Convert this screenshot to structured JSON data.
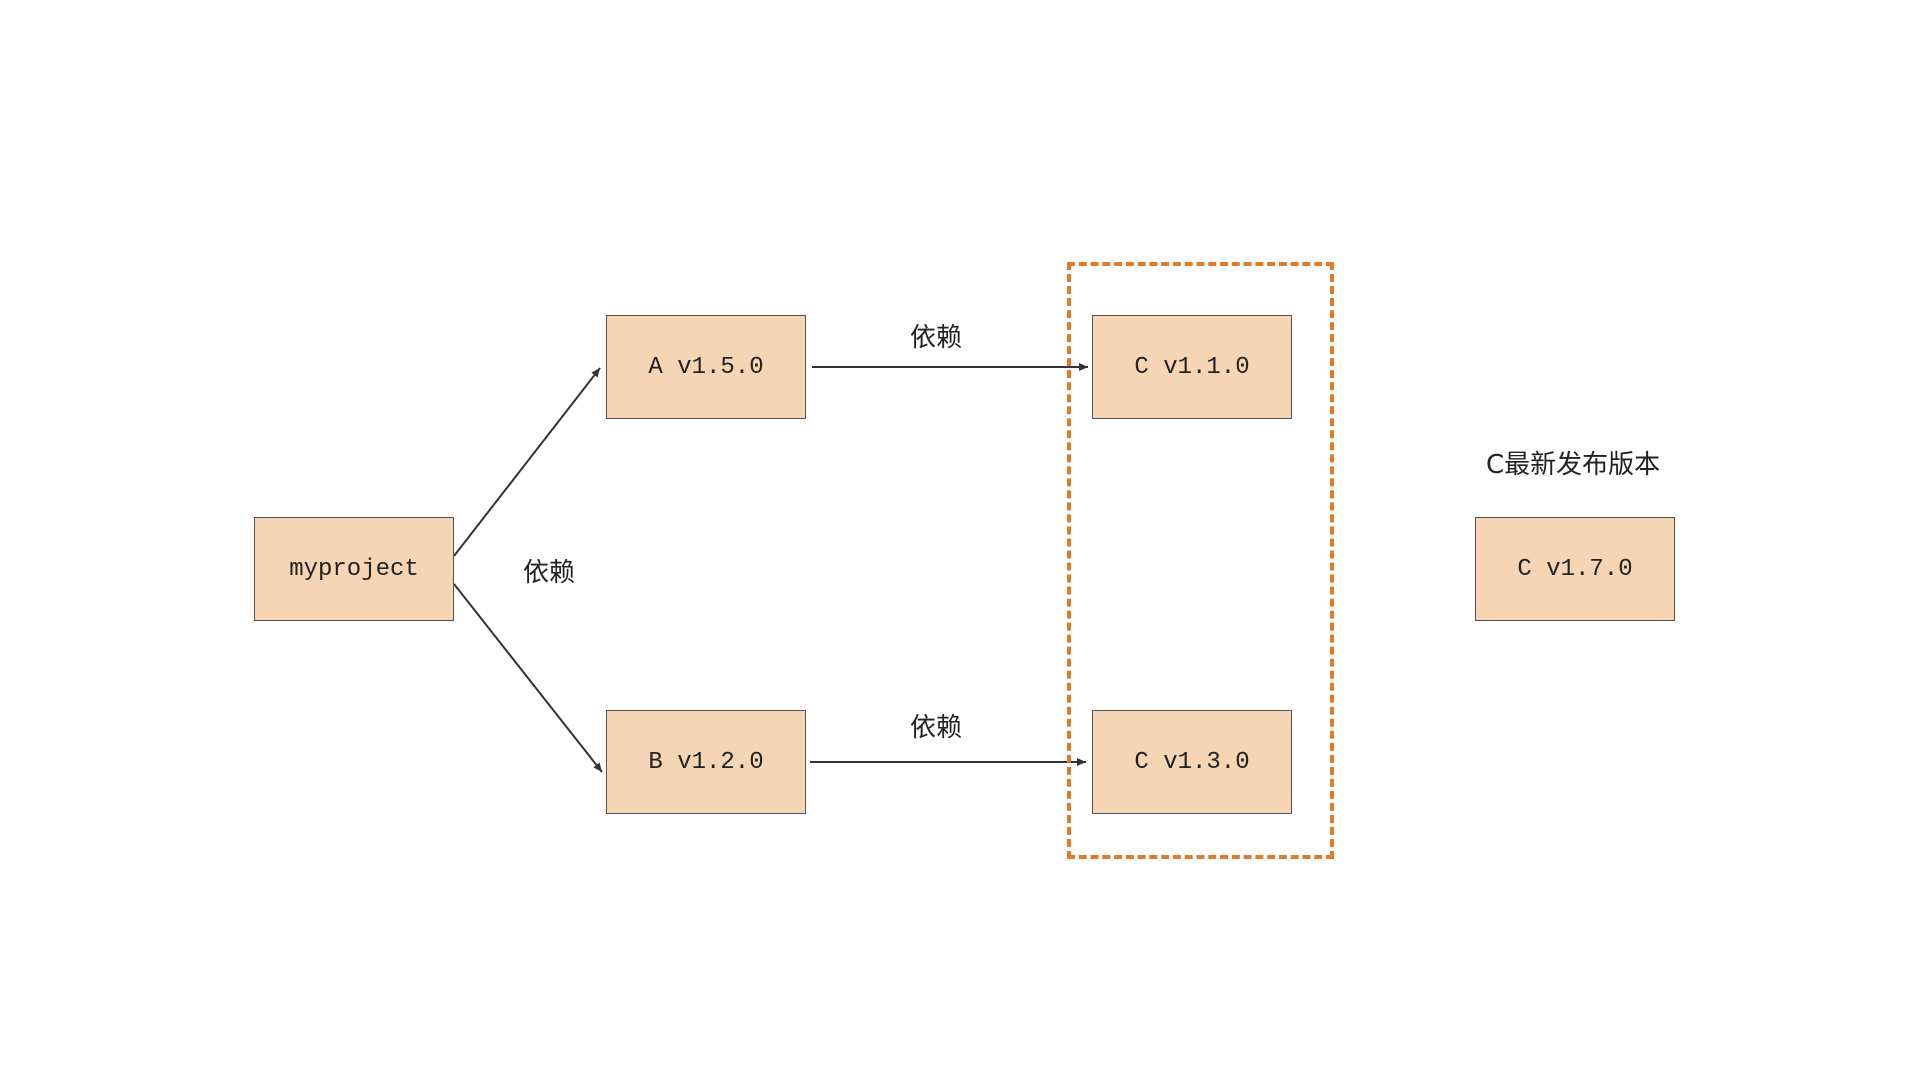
{
  "colors": {
    "node_fill": "#f6d5b5",
    "node_border": "#555555",
    "edge": "#333333",
    "highlight": "#e07b2a"
  },
  "nodes": {
    "myproject": "myproject",
    "a": "A v1.5.0",
    "b": "B v1.2.0",
    "c110": "C v1.1.0",
    "c130": "C v1.3.0",
    "c170": "C v1.7.0"
  },
  "edge_labels": {
    "myproject_to_ab": "依赖",
    "a_to_c": "依赖",
    "b_to_c": "依赖"
  },
  "annotations": {
    "latest_release": "C最新发布版本"
  }
}
